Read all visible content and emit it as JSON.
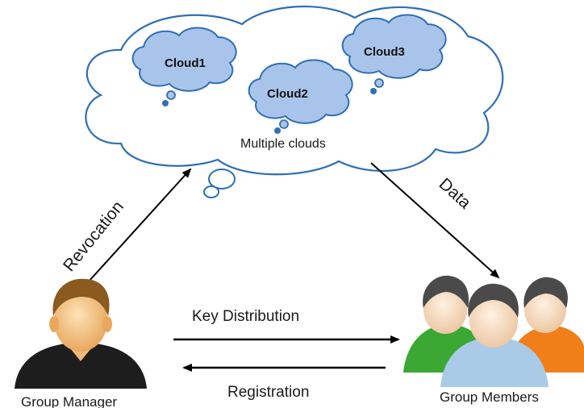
{
  "clouds": {
    "container_label": "Multiple clouds",
    "items": [
      {
        "label": "Cloud1"
      },
      {
        "label": "Cloud2"
      },
      {
        "label": "Cloud3"
      }
    ]
  },
  "actors": {
    "manager": {
      "label": "Group Manager"
    },
    "members": {
      "label": "Group Members"
    }
  },
  "edges": {
    "revocation": "Revocation",
    "data": "Data",
    "key_distribution": "Key Distribution",
    "registration": "Registration"
  },
  "colors": {
    "cloud_outline": "#2f6fb3",
    "small_cloud_fill": "#a9c4ea",
    "skin": "#f4c38a",
    "hair": "#8a5a1e",
    "shirt_dark": "#1d1d1d",
    "member_green": "#3aa832",
    "member_orange": "#f07f1a",
    "member_blue": "#a9cbe8",
    "member_skin": "#f7dcc0",
    "member_hair": "#4a4a4a"
  }
}
